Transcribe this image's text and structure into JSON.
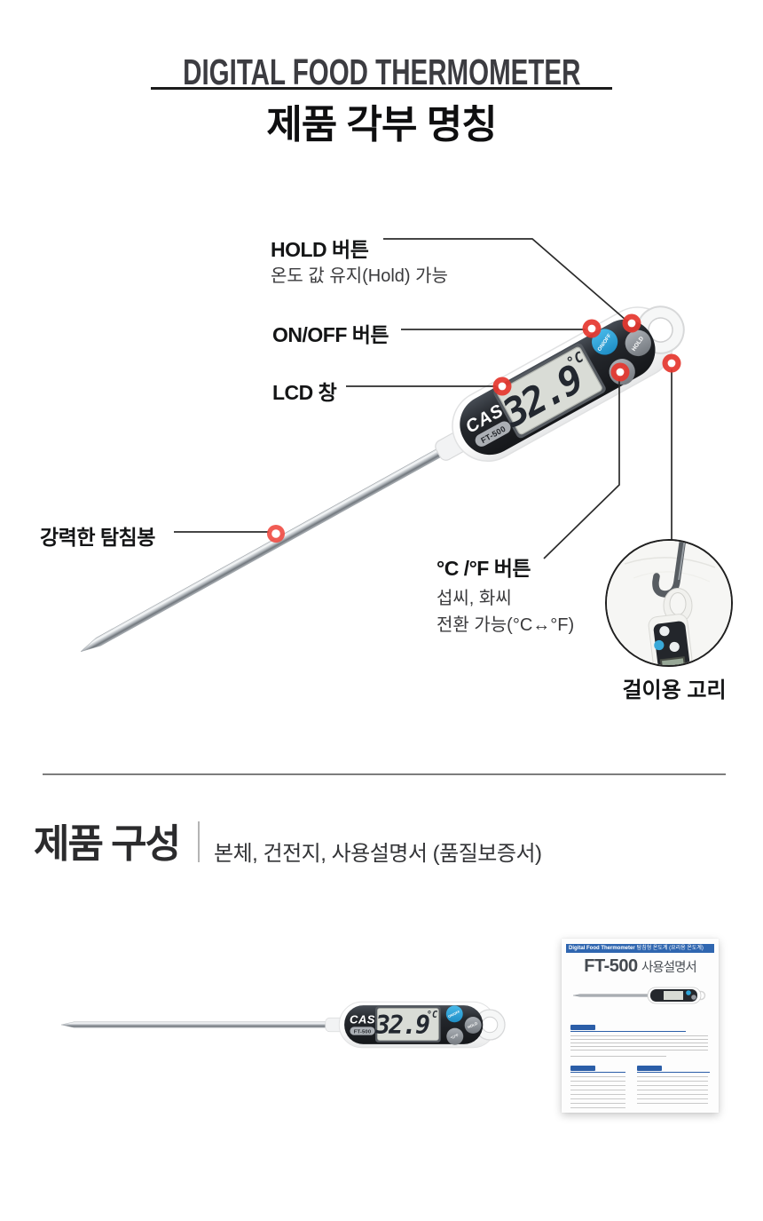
{
  "header": {
    "title_en": "DIGITAL FOOD THERMOMETER",
    "title_kr": "제품 각부 명칭"
  },
  "callouts": {
    "hold": {
      "label": "HOLD 버튼",
      "desc": "온도 값 유지(Hold) 가능"
    },
    "on_off": {
      "label": "ON/OFF 버튼"
    },
    "lcd": {
      "label": "LCD 창"
    },
    "probe": {
      "label": "강력한 탐침봉"
    },
    "c_f": {
      "label": "°C /°F 버튼",
      "desc_line1": "섭씨, 화씨",
      "desc_line2": "전환 가능(°C↔°F)"
    },
    "hook": {
      "label": "걸이용 고리"
    }
  },
  "thermometer": {
    "brand": "CAS",
    "model": "FT-500",
    "display_value": "32.9",
    "display_unit": "°C",
    "buttons": {
      "on_off": "ON/OFF",
      "hold": "HOLD",
      "unit": "°C/°F"
    },
    "colors": {
      "accent_blue": "#2ea7dc",
      "button_gray": "#8d9298",
      "panel_dark": "#24272c",
      "marker_red": "#e5382f"
    }
  },
  "composition": {
    "heading": "제품 구성",
    "items": "본체, 건전지, 사용설명서 (품질보증서)"
  },
  "manual": {
    "header_en": "Digital Food Thermometer",
    "header_kr": "탐침형 온도계 (요리용 온도계)",
    "title_model": "FT-500",
    "title_kr": "사용설명서",
    "header_color": "#2f66b0"
  }
}
